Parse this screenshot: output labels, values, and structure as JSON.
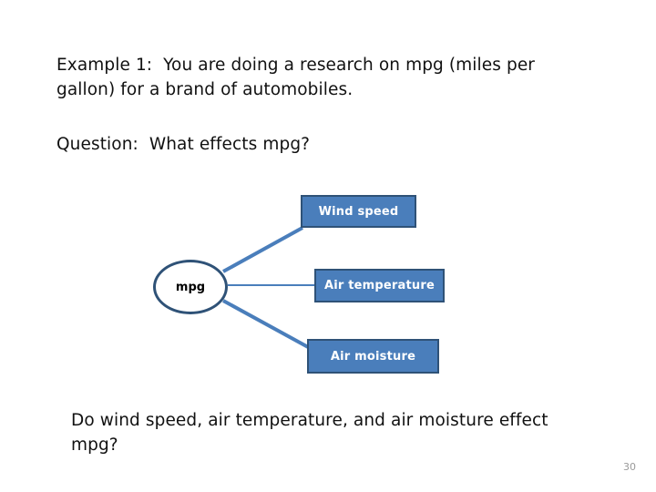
{
  "slide": {
    "intro_paragraph": "Example 1:  You are doing a research on mpg (miles per gallon) for a brand of automobiles.",
    "question_line": "Question:  What effects mpg?",
    "closing_paragraph": "Do wind speed, air temperature, and air moisture effect mpg?",
    "page_number": "30"
  },
  "diagram": {
    "center_node": {
      "label": "mpg",
      "shape": "ellipse"
    },
    "factor_nodes": [
      {
        "label": "Wind speed"
      },
      {
        "label": "Air temperature"
      },
      {
        "label": "Air moisture"
      }
    ],
    "connectors": [
      {
        "from": "mpg",
        "to": "Wind speed"
      },
      {
        "from": "mpg",
        "to": "Air temperature"
      },
      {
        "from": "mpg",
        "to": "Air moisture"
      }
    ]
  },
  "colors": {
    "node_fill": "#4a7ebb",
    "node_border": "#2f5277",
    "connector": "#4a7ebb",
    "circle_border": "#2f5277",
    "node_text": "#ffffff",
    "body_text": "#111111",
    "page_number": "#9a9a9a",
    "background": "#ffffff"
  }
}
